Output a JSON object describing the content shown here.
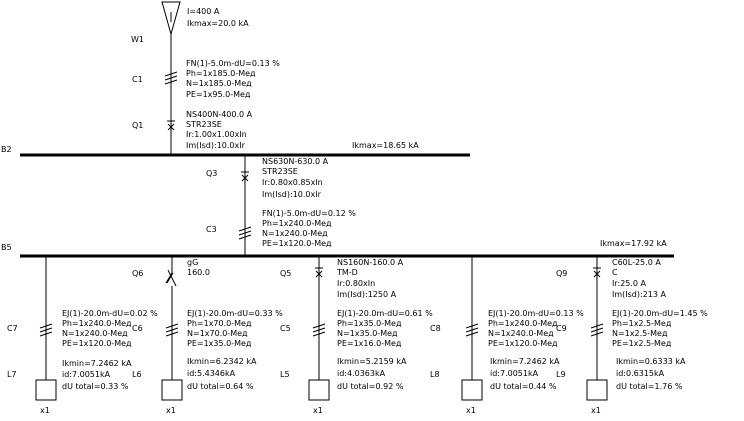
{
  "source": {
    "name": "W1",
    "lines": [
      "I=400  A",
      "Ikmax=20.0 kA"
    ]
  },
  "incomer": {
    "cable": {
      "name": "C1",
      "lines": [
        "FN(1)-5.0m-dU=0.13 %",
        "Ph=1x185.0-Мед",
        "N=1x185.0-Мед",
        "PE=1x95.0-Мед"
      ]
    },
    "breaker": {
      "name": "Q1",
      "lines": [
        "NS400N-400.0  A",
        "STR23SE",
        "Ir:1.00x1.00xIn",
        "Im(Isd):10.0xIr"
      ]
    }
  },
  "bus_b2": {
    "name": "B2",
    "ikmax": "Ikmax=18.65 kA"
  },
  "tie": {
    "breaker": {
      "name": "Q3",
      "lines": [
        "NS630N-630.0  A",
        "STR23SE",
        "Ir:0.80x0.85xIn",
        "Im(Isd):10.0xIr"
      ]
    },
    "cable": {
      "name": "C3",
      "lines": [
        "FN(1)-5.0m-dU=0.12 %",
        "Ph=1x240.0-Мед",
        "N=1x240.0-Мед",
        "PE=1x120.0-Мед"
      ]
    }
  },
  "bus_b5": {
    "name": "B5",
    "ikmax": "Ikmax=17.92 kA"
  },
  "feeders": [
    {
      "device_name": "",
      "device_lines": [],
      "cable_name": "C7",
      "cable_lines": [
        "EJ(1)-20.0m-dU=0.02 %",
        "Ph=1x240.0-Мед",
        "N=1x240.0-Мед",
        "PE=1x120.0-Мед"
      ],
      "load_name": "L7",
      "load_lines": [
        "Ikmin=7.2462 kA",
        "id:7.0051kA",
        "dU total=0.33  %"
      ],
      "mult": "x1"
    },
    {
      "device_name": "Q6",
      "device_lines": [
        "gG",
        "160.0"
      ],
      "cable_name": "C6",
      "cable_lines": [
        "EJ(1)-20.0m-dU=0.33 %",
        "Ph=1x70.0-Мед",
        "N=1x70.0-Мед",
        "PE=1x35.0-Мед"
      ],
      "load_name": "L6",
      "load_lines": [
        "Ikmin=6.2342 kA",
        "id:5.4346kA",
        "dU total=0.64  %"
      ],
      "mult": "x1"
    },
    {
      "device_name": "Q5",
      "device_lines": [
        "NS160N-160.0  A",
        "TM-D",
        "Ir:0.80xIn",
        "Im(Isd):1250  A"
      ],
      "cable_name": "C5",
      "cable_lines": [
        "EJ(1)-20.0m-dU=0.61 %",
        "Ph=1x35.0-Мед",
        "N=1x35.0-Мед",
        "PE=1x16.0-Мед"
      ],
      "load_name": "L5",
      "load_lines": [
        "Ikmin=5.2159 kA",
        "id:4.0363kA",
        "dU total=0.92  %"
      ],
      "mult": "x1"
    },
    {
      "device_name": "",
      "device_lines": [],
      "cable_name": "C8",
      "cable_lines": [
        "EJ(1)-20.0m-dU=0.13 %",
        "Ph=1x240.0-Мед",
        "N=1x240.0-Мед",
        "PE=1x120.0-Мед"
      ],
      "load_name": "L8",
      "load_lines": [
        "Ikmin=7.2462 kA",
        "id:7.0051kA",
        "dU total=0.44  %"
      ],
      "mult": "x1"
    },
    {
      "device_name": "Q9",
      "device_lines": [
        "C60L-25.0  A",
        "C",
        "Ir:25.0  A",
        "Im(Isd):213  A"
      ],
      "cable_name": "C9",
      "cable_lines": [
        "EJ(1)-20.0m-dU=1.45 %",
        "Ph=1x2.5-Мед",
        "N=1x2.5-Мед",
        "PE=1x2.5-Мед"
      ],
      "load_name": "L9",
      "load_lines": [
        "Ikmin=0.6333 kA",
        "id:0.6315kA",
        "dU total=1.76  %"
      ],
      "mult": "x1"
    }
  ]
}
